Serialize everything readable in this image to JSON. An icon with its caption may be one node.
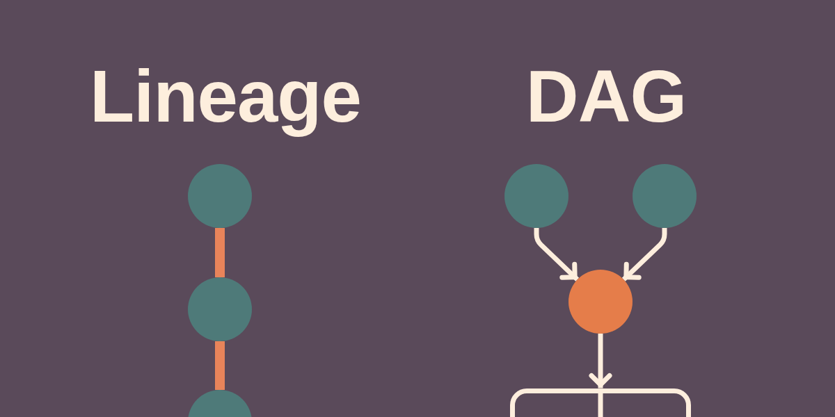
{
  "diagram": {
    "nodes": [
      {
        "text": [],
        "shape": "circle"
      },
      {
        "text": [],
        "shape": "circle"
      },
      {
        "text": [],
        "shape": "circle"
      },
      {
        "text": [],
        "shape": "circle"
      },
      {
        "text": [],
        "shape": "circle"
      },
      {
        "text": [],
        "shape": "circle"
      },
      {
        "text": [],
        "shape": "box"
      }
    ],
    "edges": [
      {
        "from": 0,
        "to": 1,
        "arrow": "none",
        "style": "thick",
        "color": "#e8845a"
      },
      {
        "from": 1,
        "to": 2,
        "arrow": "none",
        "style": "thick",
        "color": "#e8845a"
      },
      {
        "from": 3,
        "to": 5,
        "arrow": "to"
      },
      {
        "from": 4,
        "to": 5,
        "arrow": "to"
      },
      {
        "from": 5,
        "to": 6,
        "arrow": "to"
      }
    ],
    "labels": [
      "Lineage",
      "DAG"
    ]
  }
}
